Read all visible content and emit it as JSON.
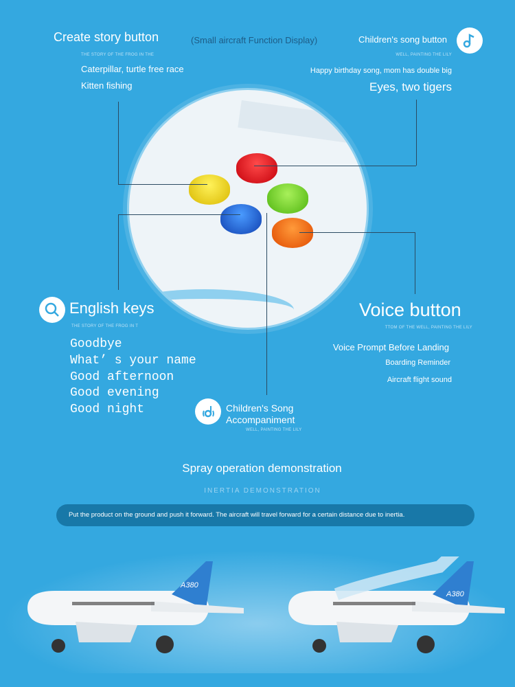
{
  "header": {
    "create_story": "Create story button",
    "subtitle": "(Small aircraft Function Display)",
    "childrens_song": "Children's song button"
  },
  "story": {
    "tiny": "THE STORY OF THE FROG IN THE",
    "items": [
      "Caterpillar, turtle free race",
      "Kitten fishing"
    ]
  },
  "song": {
    "tiny": "WELL, PAINTING THE LILY",
    "items": [
      "Happy birthday song, mom has double big",
      "Eyes, two tigers"
    ]
  },
  "english": {
    "title": "English keys",
    "tiny": "THE STORY OF THE FROG IN T",
    "items": [
      "Goodbye",
      "What’ s your name",
      "Good afternoon",
      "Good evening",
      "Good night"
    ]
  },
  "voice": {
    "title": "Voice button",
    "tiny": "TTOM OF THE WELL, PAINTING THE LILY",
    "items": [
      "Voice Prompt Before Landing",
      "Boarding Reminder",
      "Aircraft flight sound"
    ]
  },
  "accompaniment": {
    "line1": "Children's Song",
    "line2": "Accompaniment",
    "tiny": "WELL, PAINTING THE LILY"
  },
  "demo": {
    "title": "Spray operation demonstration",
    "subtitle": "INERTIA DEMONSTRATION",
    "description": "Put the product on the ground and push it forward. The aircraft will travel forward for a certain distance due to inertia."
  },
  "planes": {
    "label": "A380"
  },
  "colors": {
    "background": "#34a8e0",
    "red": "#e0141c",
    "yellow": "#f2de10",
    "green": "#7ed321",
    "blue": "#1f6fd6",
    "orange": "#f26a0a"
  }
}
